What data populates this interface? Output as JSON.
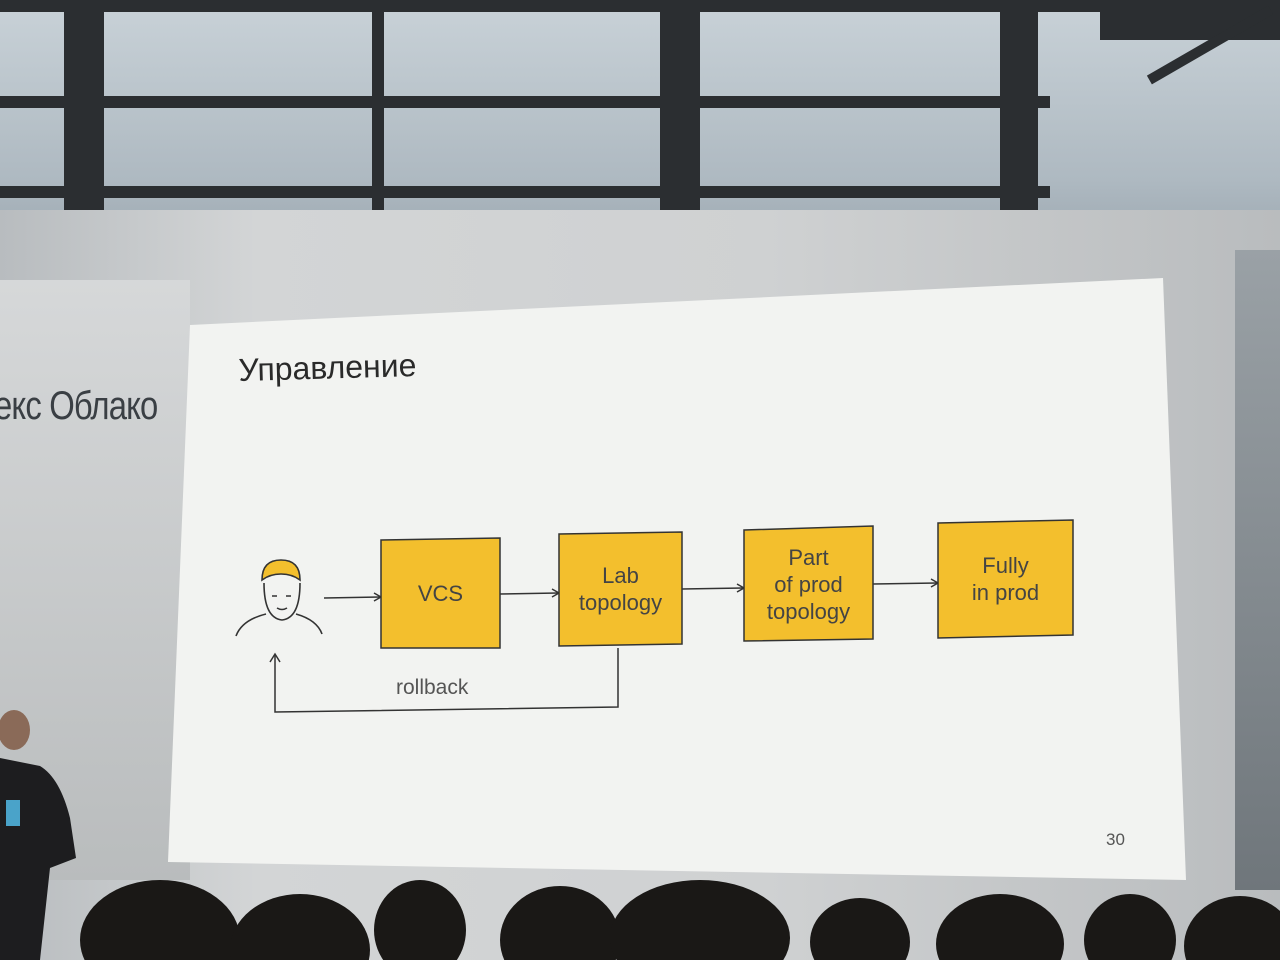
{
  "scene": {
    "brand_text": "екс Облако"
  },
  "slide": {
    "title": "Управление",
    "page_number": "30",
    "accent_color": "#f3bf2d",
    "flow": {
      "boxes": [
        {
          "id": "vcs",
          "label": "VCS"
        },
        {
          "id": "lab",
          "label": "Lab\ntopology"
        },
        {
          "id": "part",
          "label": "Part\nof prod\ntopology"
        },
        {
          "id": "full",
          "label": "Fully\nin prod"
        }
      ],
      "rollback_label": "rollback",
      "user_icon": "user-avatar-icon"
    }
  }
}
